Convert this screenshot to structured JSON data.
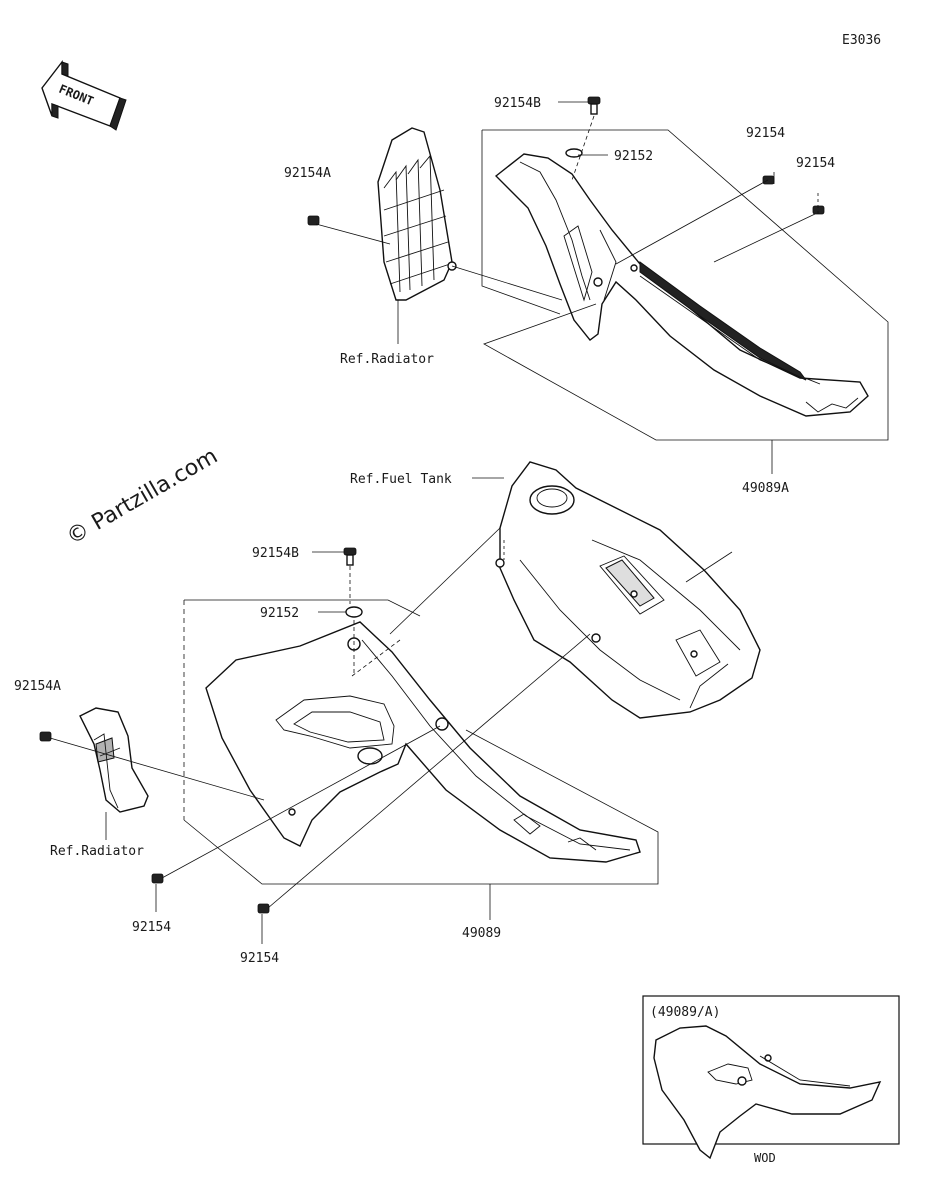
{
  "diagram_id": "E3036",
  "watermark": "© Partzilla.com",
  "front_arrow_label": "FRONT",
  "callouts": {
    "top_92154B": "92154B",
    "top_92152": "92152",
    "top_92154_a": "92154",
    "top_92154_b": "92154",
    "top_92154A": "92154A",
    "top_ref_radiator": "Ref.Radiator",
    "top_49089A": "49089A",
    "ref_fuel_tank": "Ref.Fuel Tank",
    "bot_92154B": "92154B",
    "bot_92152": "92152",
    "bot_92154A": "92154A",
    "bot_ref_radiator": "Ref.Radiator",
    "bot_92154_a": "92154",
    "bot_92154_b": "92154",
    "bot_49089": "49089"
  },
  "inset": {
    "title": "(49089/A)",
    "caption": "WOD"
  }
}
